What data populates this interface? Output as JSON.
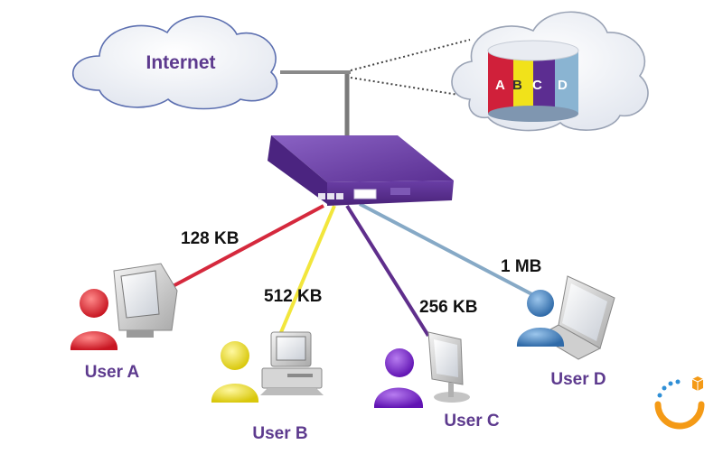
{
  "diagram": {
    "internet_label": "Internet",
    "storage_segments": [
      "A",
      "B",
      "C",
      "D"
    ],
    "links": [
      {
        "label": "128 KB",
        "color": "#d5293d"
      },
      {
        "label": "512 KB",
        "color": "#f2e63c"
      },
      {
        "label": "256 KB",
        "color": "#5f2e8c"
      },
      {
        "label": "1 MB",
        "color": "#86a9c6"
      }
    ],
    "users": [
      {
        "label": "User A",
        "color": "#d6262f",
        "device": "crt-monitor-icon"
      },
      {
        "label": "User B",
        "color": "#ecdf1e",
        "device": "desktop-pc-icon"
      },
      {
        "label": "User C",
        "color": "#7421c7",
        "device": "flat-monitor-icon"
      },
      {
        "label": "User D",
        "color": "#3f7bb7",
        "device": "laptop-icon"
      }
    ],
    "colors": {
      "text_purple": "#5d3a8e",
      "router_purple": "#6b3fa0",
      "segment_a": "#d0203a",
      "segment_b": "#f1e21a",
      "segment_c": "#5c2d91",
      "segment_d": "#8ab4d2",
      "logo_blue": "#2f8fd6",
      "logo_orange": "#f49a16"
    }
  }
}
